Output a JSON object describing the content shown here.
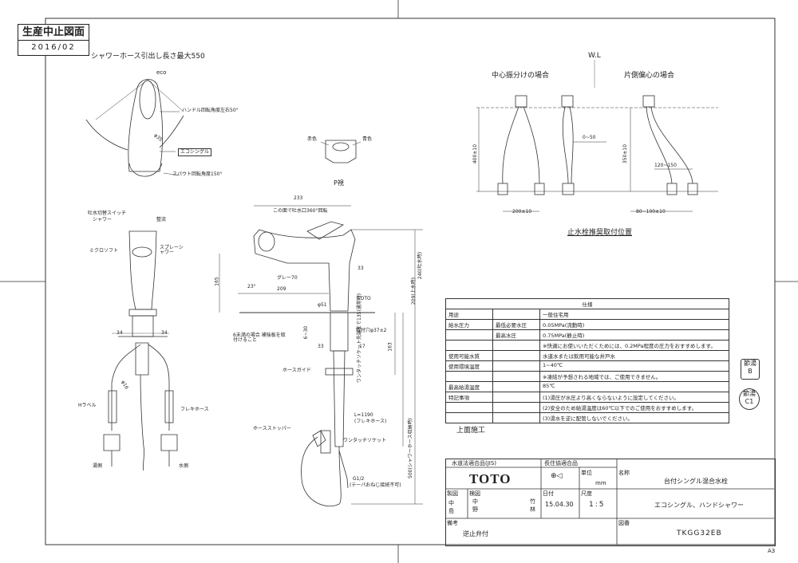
{
  "stamp": {
    "title": "生産中止図面",
    "date": "2016/02"
  },
  "notes": {
    "shower_pull": "シャワーホース引出し長さ最大550",
    "eco": "eco",
    "handle_angle": "ハンドル回転角度左右50°",
    "eco_single": "エコシングル",
    "spout_angle": "スパウト回転角度150°",
    "red": "赤色",
    "blue": "青色",
    "p_view": "P視",
    "switch": "吐水切替スイッチ",
    "shower": "シャワー",
    "seisui": "整流",
    "microsoft": "ミクロソフト",
    "spray": "スプレーシャワー",
    "h_label": "Hラベル",
    "flex_hose": "フレキホース",
    "hot_side": "湯側",
    "cold_side": "水側",
    "spout_360": "この面で吐水口360°回転",
    "grey": "グレー70",
    "toto_mark": "TOTO",
    "hole": "取付穴φ37±2",
    "six_note": "6未満の場合 補強板を取付けること",
    "hose_guide": "ホースガイド",
    "l_1190": "L=1190",
    "flex_hose2": "(フレキホース)",
    "hose_stopper": "ホースストッパー",
    "one_touch": "ワンタッチソケット",
    "g12": "G1/2",
    "taper": "(テーパおねじ接続不可)",
    "wl": "W.L",
    "center": "中心振分けの場合",
    "one_side": "片側偏心の場合",
    "valve_pos": "止水栓推奨取付位置",
    "top_work": "上面施工",
    "v_shower_pull": "ワンタッチソケット先端まで135(通常時)",
    "v_shower_full": "500(シャワーホース収納時)"
  },
  "dims": {
    "d233": "233",
    "d165": "165",
    "d209": "209",
    "d23": "23°",
    "d33a": "33",
    "d33b": "33",
    "d17": "17",
    "d163": "163",
    "d51": "φ51",
    "d6_30": "6~30",
    "d34a": "34",
    "d34b": "34",
    "d400": "400±10",
    "d0_50": "0~50",
    "d200": "200±10",
    "d350": "350±10",
    "d120": "120~150",
    "d80": "80~100±10",
    "d209h": "209(上水時)",
    "d240": "240(吐水時)",
    "d35": "φ35",
    "d16": "φ16"
  },
  "spec": {
    "title": "仕様",
    "rows": [
      [
        "用途",
        "",
        "一般住宅用"
      ],
      [
        "給水圧力",
        "最低必要水圧",
        "0.05MPa(流動時)"
      ],
      [
        "",
        "最高水圧",
        "0.75MPa(静止時)"
      ],
      [
        "",
        "",
        "※快適にお使いいただくためには、0.2MPa程度の圧力をおすすめします。"
      ],
      [
        "使用可能水質",
        "",
        "水道水または飲用可能な井戸水"
      ],
      [
        "使用環境温度",
        "",
        "1~40℃"
      ],
      [
        "",
        "",
        "※凍結が予想される地域では、ご使用できません。"
      ],
      [
        "最高給湯温度",
        "",
        "85℃"
      ],
      [
        "特記事項",
        "",
        "(1)湯圧が水圧より高くならないように設定してください。"
      ],
      [
        "",
        "",
        "(2)安全のため給湯温度は60℃以下でのご使用をおすすめします。"
      ],
      [
        "",
        "",
        "(3)湯水を逆に配管しないでください。"
      ]
    ]
  },
  "badges": {
    "b1_top": "節湯",
    "b1_bot": "B",
    "b2_top": "節湯",
    "b2_bot": "C1"
  },
  "titleblock": {
    "jis": "水道法適合品(JIS)",
    "chosei": "長住協適合品",
    "name_label": "名称",
    "name": "台付シングル混合水栓",
    "unit_label": "単位",
    "unit": "mm",
    "logo": "TOTO",
    "seizu_label": "製図",
    "seizu": "中島",
    "kenzu_label": "検図",
    "kenzu": "中野",
    "shonin": "竹林",
    "date_label": "日付",
    "date": "15.04.30",
    "scale_label": "尺度",
    "scale": "1:5",
    "subtitle": "エコシングル、ハンドシャワー",
    "biko_label": "備考",
    "biko": "逆止弁付",
    "zuban_label": "図番",
    "zuban": "TKGG32EB",
    "sheet": "A3"
  }
}
